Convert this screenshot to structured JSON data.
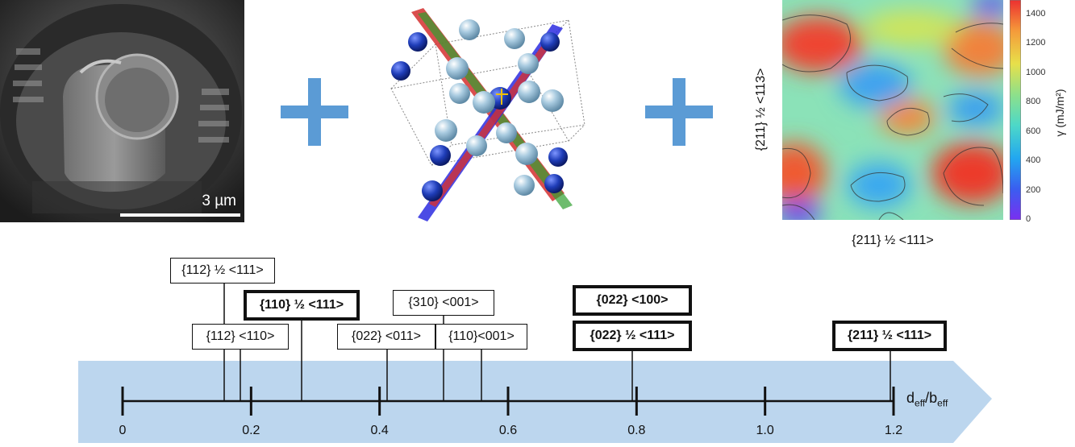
{
  "sem": {
    "scale_label": "3 µm"
  },
  "heatmap": {
    "xlabel": "{211} ½ <111>",
    "ylabel": "{211} ½ <113>",
    "colorbar_title": "γ (mJ/m²)",
    "colorbar_ticks": [
      "0",
      "200",
      "400",
      "600",
      "800",
      "1000",
      "1200",
      "1400"
    ]
  },
  "timeline": {
    "axis_title_main": "d",
    "axis_title_sub1": "eff",
    "axis_title_sep": "/b",
    "axis_title_sub2": "eff",
    "tick_labels": [
      "0",
      "0.2",
      "0.4",
      "0.6",
      "0.8",
      "1.0",
      "1.2"
    ],
    "slip_systems": [
      {
        "label": "{112} ½ <111>",
        "d_over_b": 0.16,
        "emphasis": false
      },
      {
        "label": "{112} <110>",
        "d_over_b": 0.18,
        "emphasis": false
      },
      {
        "label": "{110} ½ <111>",
        "d_over_b": 0.28,
        "emphasis": true
      },
      {
        "label": "{022} <011>",
        "d_over_b": 0.41,
        "emphasis": false
      },
      {
        "label": "{310} <001>",
        "d_over_b": 0.5,
        "emphasis": false
      },
      {
        "label": "{110}<001>",
        "d_over_b": 0.56,
        "emphasis": false
      },
      {
        "label": "{022} <100>",
        "d_over_b": 0.79,
        "emphasis": true
      },
      {
        "label": "{022} ½ <111>",
        "d_over_b": 0.79,
        "emphasis": true
      },
      {
        "label": "{211} ½ <111>",
        "d_over_b": 1.19,
        "emphasis": true
      }
    ]
  },
  "colors": {
    "plus": "#5b9bd5",
    "arrow_fill": "#bcd6ee",
    "atom_dark": "#1f3db8",
    "atom_light": "#a9cbe0"
  }
}
